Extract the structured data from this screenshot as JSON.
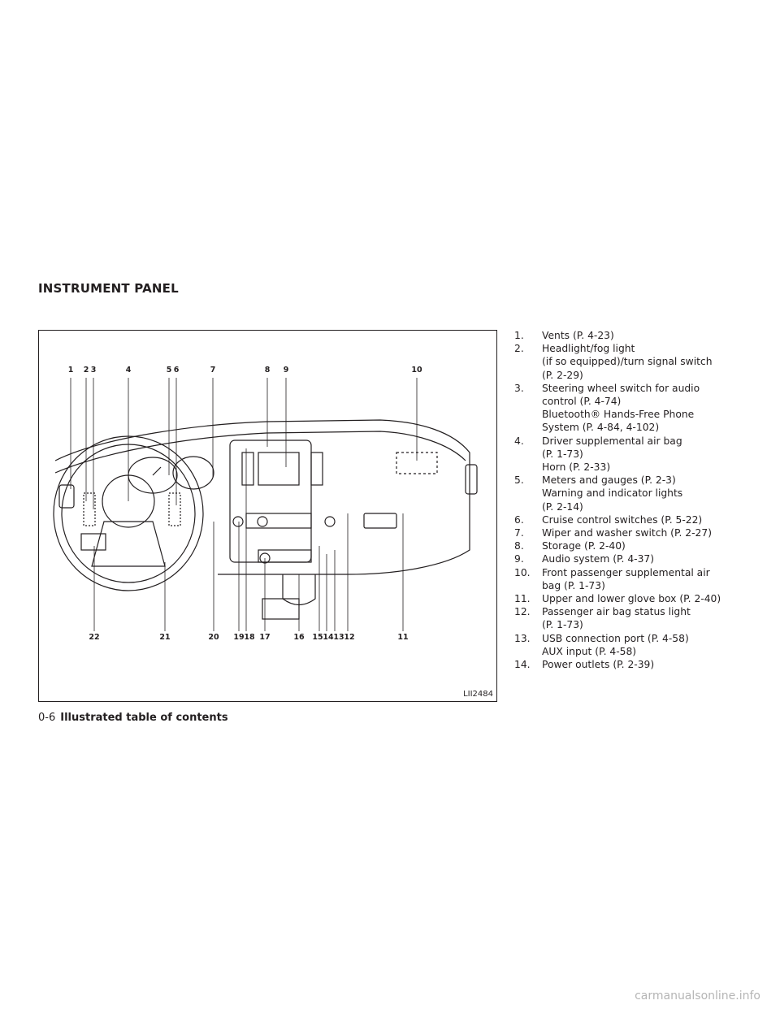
{
  "section_title": "INSTRUMENT PANEL",
  "figure": {
    "id": "LII2484",
    "callouts_top": [
      "1",
      "2",
      "3",
      "4",
      "5",
      "6",
      "7",
      "8",
      "9",
      "10"
    ],
    "callouts_bottom": [
      "22",
      "21",
      "20",
      "19",
      "18",
      "17",
      "16",
      "15",
      "14",
      "13",
      "12",
      "11"
    ]
  },
  "items": [
    {
      "num": "1.",
      "lines": [
        "Vents (P. 4-23)"
      ]
    },
    {
      "num": "2.",
      "lines": [
        "Headlight/fog light",
        "(if so equipped)/turn signal switch",
        "(P. 2-29)"
      ]
    },
    {
      "num": "3.",
      "lines": [
        "Steering wheel switch for audio",
        "control (P. 4-74)",
        "Bluetooth® Hands-Free Phone",
        "System (P. 4-84, 4-102)"
      ]
    },
    {
      "num": "4.",
      "lines": [
        "Driver supplemental air bag",
        "(P. 1-73)",
        "Horn (P. 2-33)"
      ]
    },
    {
      "num": "5.",
      "lines": [
        "Meters and gauges (P. 2-3)",
        "Warning and indicator lights",
        "(P. 2-14)"
      ]
    },
    {
      "num": "6.",
      "lines": [
        "Cruise control switches (P. 5-22)"
      ]
    },
    {
      "num": "7.",
      "lines": [
        "Wiper and washer switch (P. 2-27)"
      ]
    },
    {
      "num": "8.",
      "lines": [
        "Storage (P. 2-40)"
      ]
    },
    {
      "num": "9.",
      "lines": [
        "Audio system (P. 4-37)"
      ]
    },
    {
      "num": "10.",
      "lines": [
        "Front passenger supplemental air",
        "bag (P. 1-73)"
      ]
    },
    {
      "num": "11.",
      "lines": [
        "Upper and lower glove box (P. 2-40)"
      ]
    },
    {
      "num": "12.",
      "lines": [
        "Passenger air bag status light",
        "(P. 1-73)"
      ]
    },
    {
      "num": "13.",
      "lines": [
        "USB connection port (P. 4-58)",
        "AUX input (P. 4-58)"
      ]
    },
    {
      "num": "14.",
      "lines": [
        "Power outlets (P. 2-39)"
      ]
    }
  ],
  "footer": {
    "page": "0-6",
    "title": "Illustrated table of contents"
  },
  "watermark": "carmanualsonline.info"
}
